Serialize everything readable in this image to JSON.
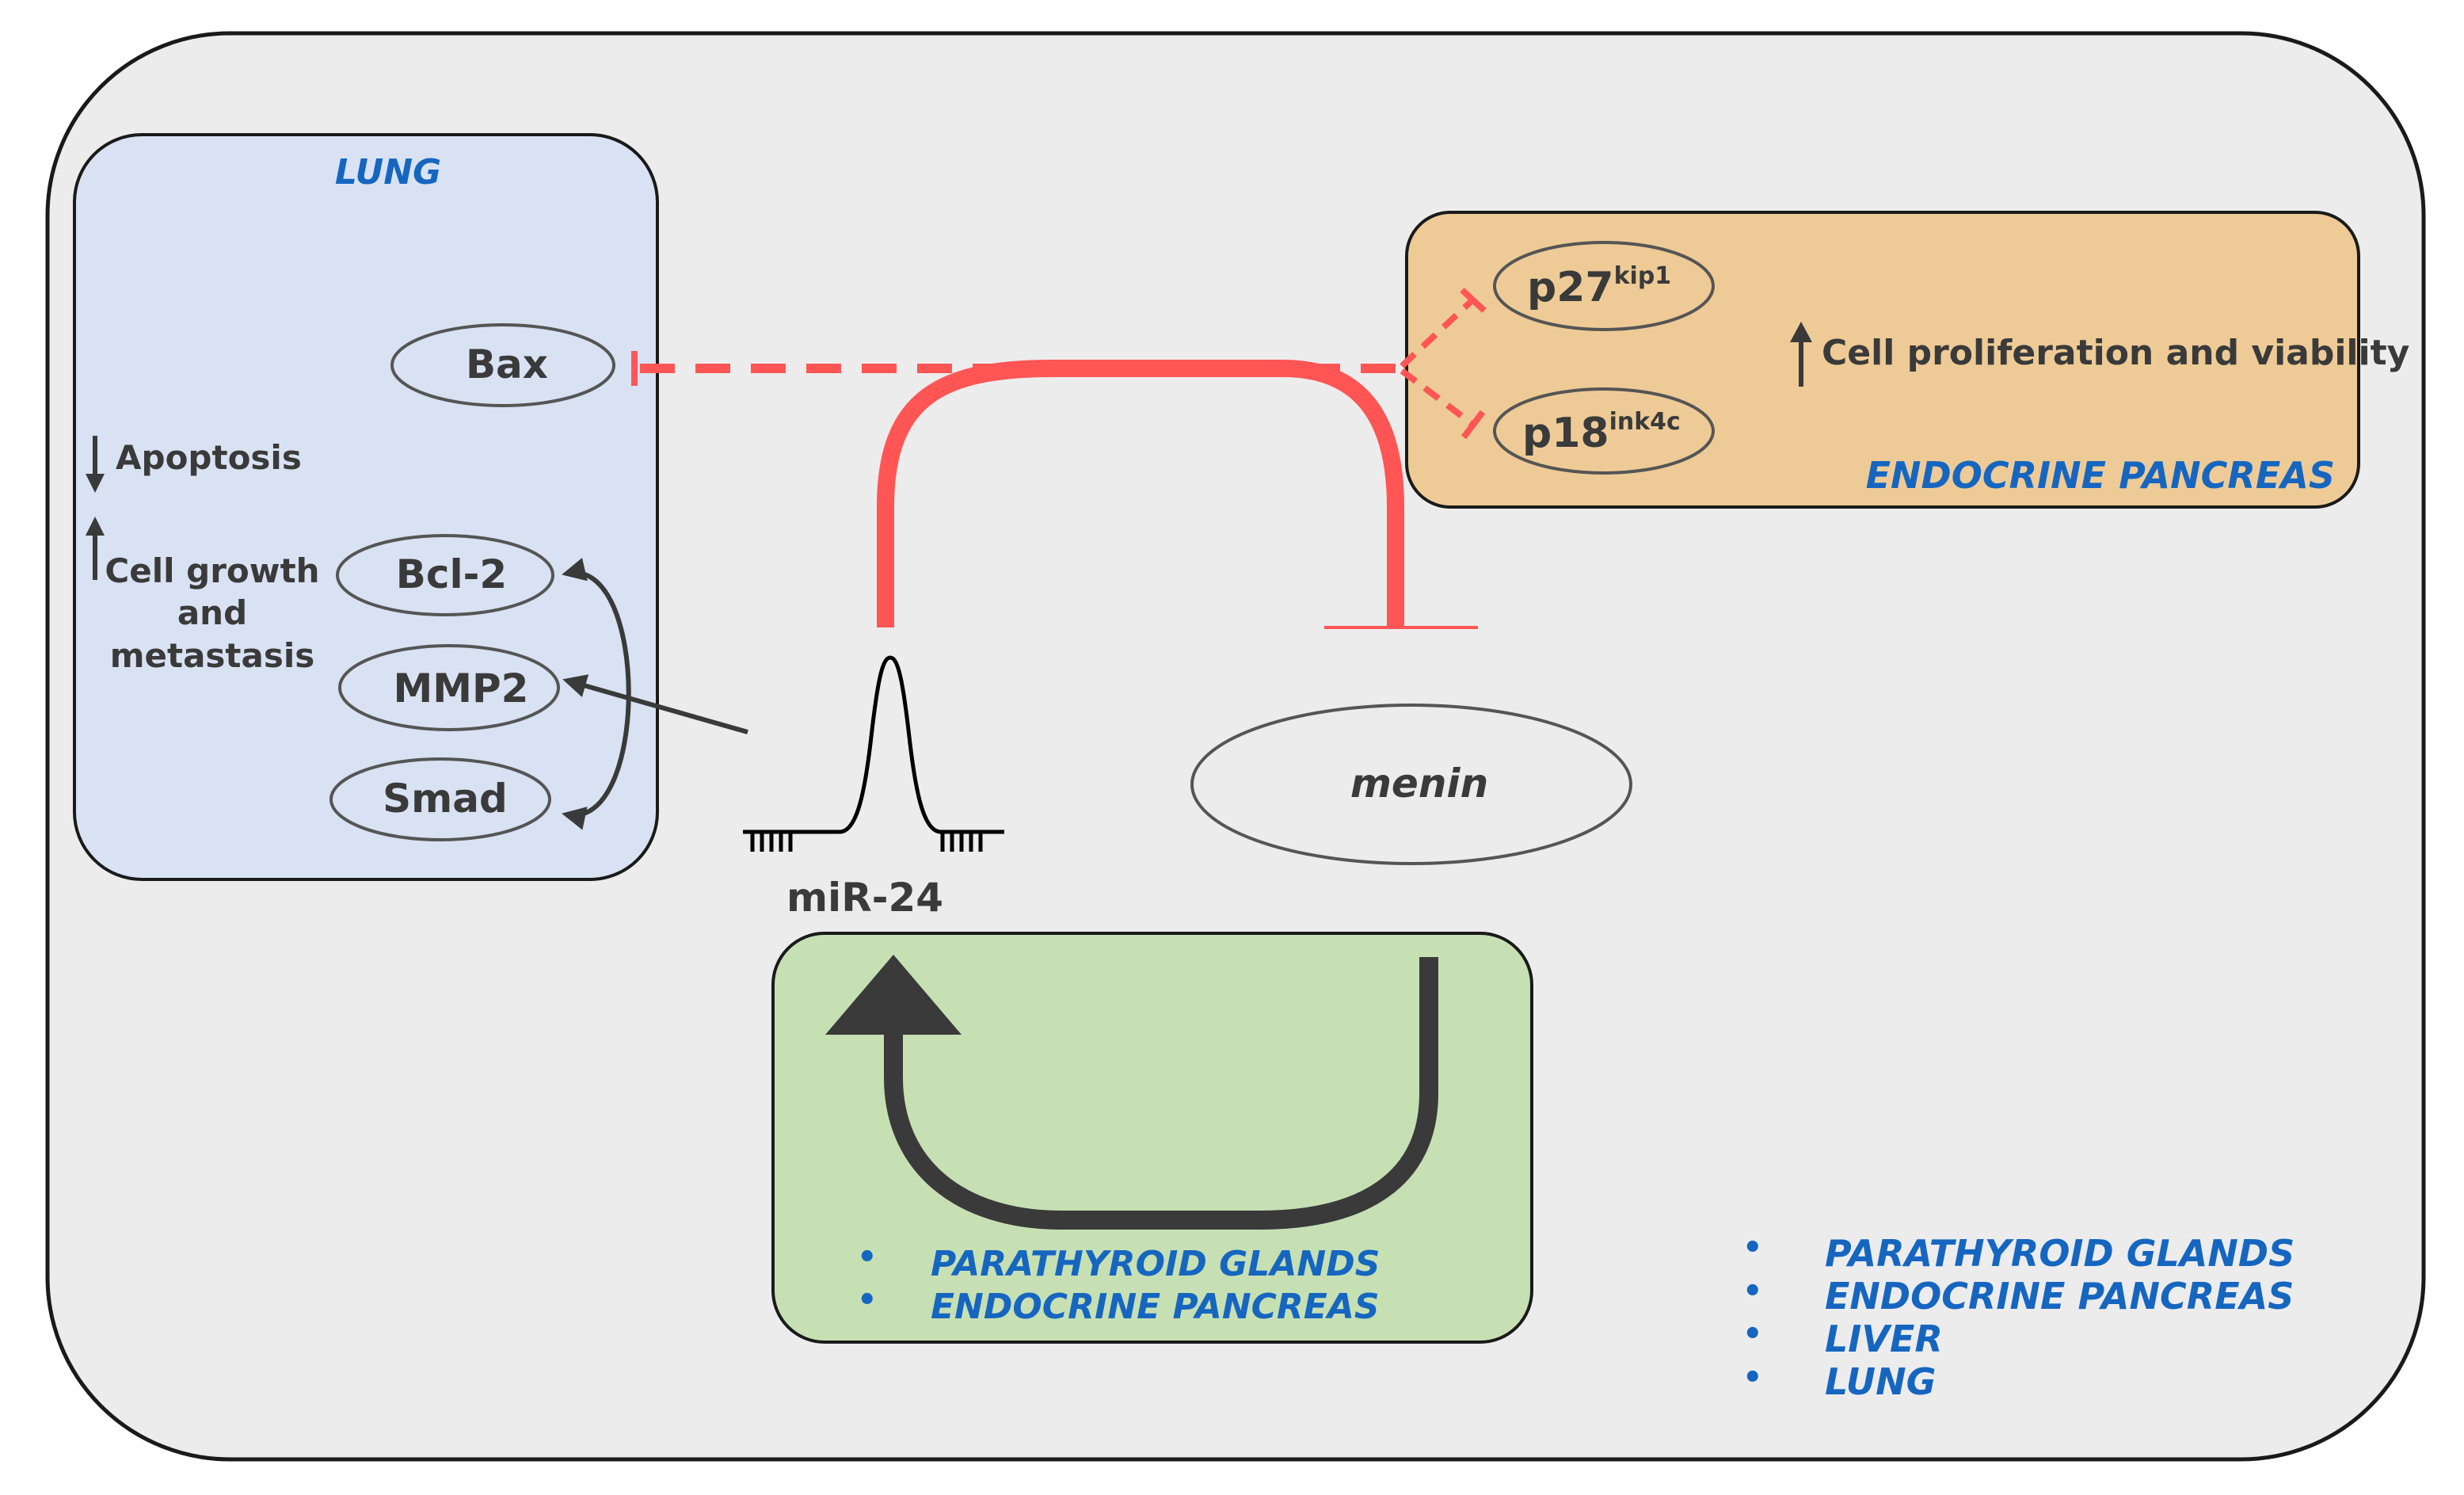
{
  "lung": {
    "title": "LUNG",
    "targets": {
      "bax": "Bax",
      "bcl2": "Bcl-2",
      "mmp2": "MMP2",
      "smad": "Smad"
    },
    "effects": {
      "apoptosis": "Apoptosis",
      "growth_line1": "Cell growth",
      "growth_line2": "and",
      "growth_line3": "metastasis"
    }
  },
  "pancreas": {
    "title": "ENDOCRINE PANCREAS",
    "p27_main": "p27",
    "p27_sup": "kip1",
    "p18_main": "p18",
    "p18_sup": "ink4c",
    "effect": "Cell proliferation and viability"
  },
  "center": {
    "mirna": "miR-24",
    "menin": "menin"
  },
  "loop_box": {
    "items": [
      "PARATHYROID GLANDS",
      "ENDOCRINE PANCREAS"
    ]
  },
  "tissue_list": {
    "items": [
      "PARATHYROID GLANDS",
      "ENDOCRINE PANCREAS",
      "LIVER",
      "LUNG"
    ]
  },
  "colors": {
    "canvas_bg": "#ececec",
    "lung_bg": "#d9e2f3",
    "pancreas_bg": "#eecb96",
    "loop_bg": "#c6e0b4",
    "inhibition": "#ff5555",
    "activation": "#3a3a3a",
    "tissue_text": "#1666c0"
  }
}
